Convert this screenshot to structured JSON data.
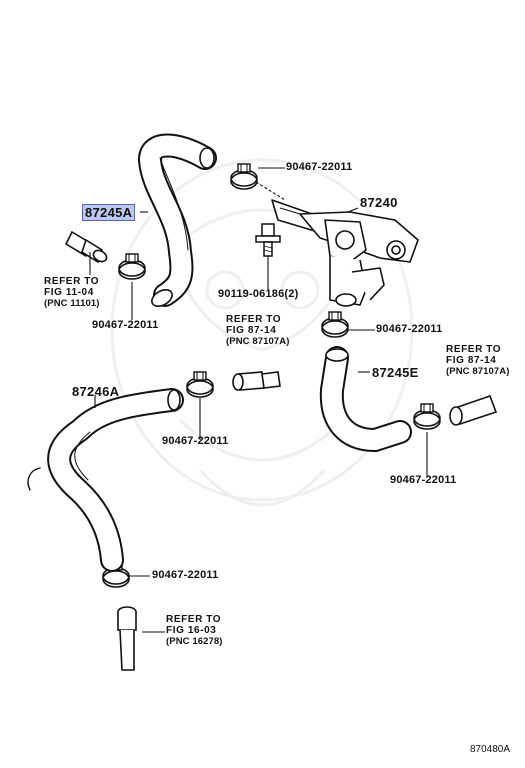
{
  "callouts": [
    {
      "id": "c1",
      "text": "90467-22011"
    },
    {
      "id": "c2",
      "text": "87240"
    },
    {
      "id": "c3",
      "text": "87245A",
      "highlight": true
    },
    {
      "id": "c4",
      "text": "90119-06186(2)"
    },
    {
      "id": "c5",
      "text": "90467-22011"
    },
    {
      "id": "c6",
      "text": "90467-22011"
    },
    {
      "id": "c7",
      "text": "87245E"
    },
    {
      "id": "c8",
      "text": "87246A"
    },
    {
      "id": "c9",
      "text": "90467-22011"
    },
    {
      "id": "c10",
      "text": "90467-22011"
    },
    {
      "id": "c11",
      "text": "90467-22011"
    }
  ],
  "refs": [
    {
      "id": "r1",
      "line1": "REFER TO",
      "line2": "FIG 11-04",
      "line3": "(PNC 11101)"
    },
    {
      "id": "r2",
      "line1": "REFER TO",
      "line2": "FIG 87-14",
      "line3": "(PNC 87107A)"
    },
    {
      "id": "r3",
      "line1": "REFER TO",
      "line2": "FIG 87-14",
      "line3": "(PNC 87107A)"
    },
    {
      "id": "r4",
      "line1": "REFER TO",
      "line2": "FIG 16-03",
      "line3": "(PNC 16278)"
    }
  ],
  "diagram_code": "870480A",
  "colors": {
    "highlight_fill": "#bcc8f2",
    "highlight_border": "#5565b8",
    "ink": "#111111"
  }
}
